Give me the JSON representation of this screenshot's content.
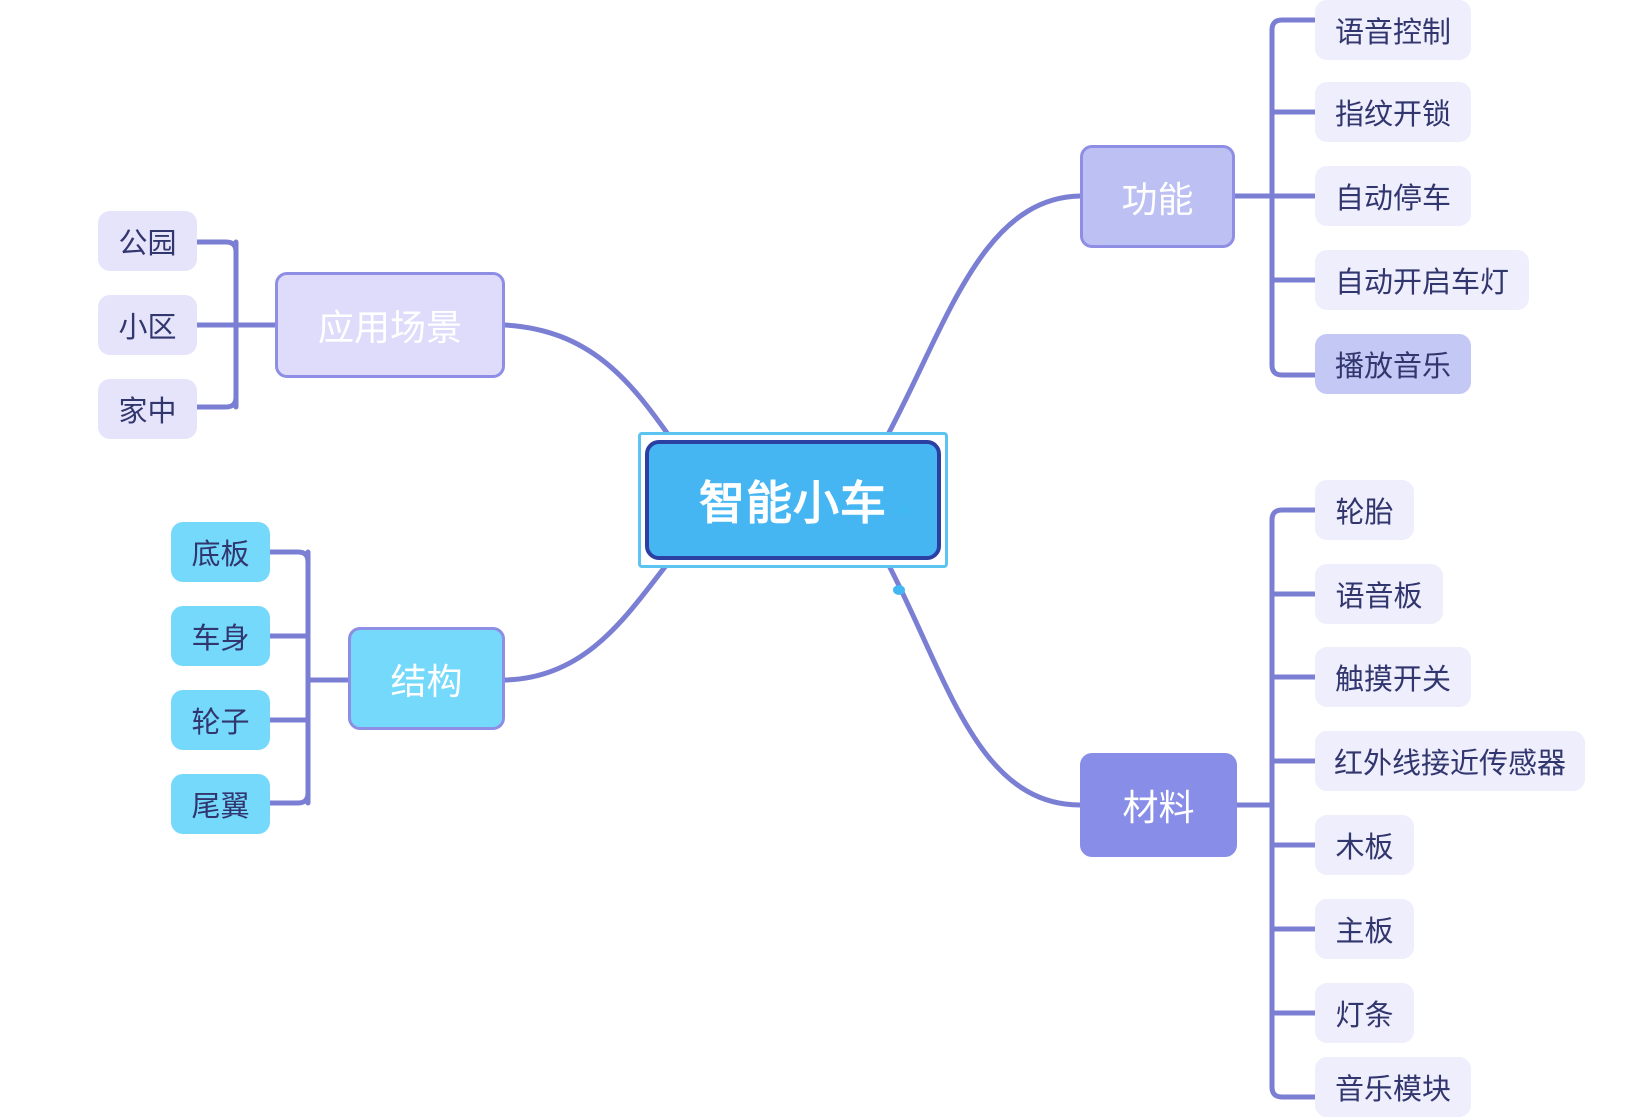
{
  "root": {
    "label": "智能小车"
  },
  "branches": {
    "scene": {
      "label": "应用场景",
      "children": [
        "公园",
        "小区",
        "家中"
      ]
    },
    "structure": {
      "label": "结构",
      "children": [
        "底板",
        "车身",
        "轮子",
        "尾翼"
      ]
    },
    "function": {
      "label": "功能",
      "children": [
        "语音控制",
        "指纹开锁",
        "自动停车",
        "自动开启车灯",
        "播放音乐"
      ]
    },
    "material": {
      "label": "材料",
      "children": [
        "轮胎",
        "语音板",
        "触摸开关",
        "红外线接近传感器",
        "木板",
        "主板",
        "灯条",
        "音乐模块"
      ]
    }
  },
  "colors": {
    "link": "#7b7fd4",
    "root_fill": "#46b6f3",
    "root_border": "#2c3fa3",
    "selection": "#5cc4f0",
    "scene_fill": "#dedcfa",
    "structure_fill": "#74d9fb",
    "function_fill": "#bcc0f3",
    "material_fill": "#888ee8",
    "leaf_text": "#32366e",
    "leaf_right_fill": "#eeeefc",
    "leaf_highlight_fill": "#c4c8f4"
  }
}
